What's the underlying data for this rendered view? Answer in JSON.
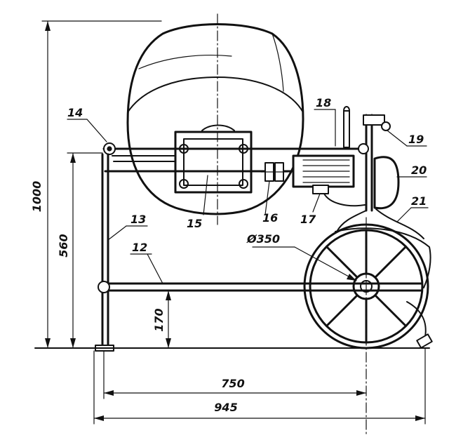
{
  "dimensions": {
    "overall_height": "1000",
    "frame_height": "560",
    "axle_height": "170",
    "wheel_diameter": "Ø350",
    "wheelbase": "750",
    "overall_length": "945"
  },
  "callouts": {
    "c12": "12",
    "c13": "13",
    "c14": "14",
    "c15": "15",
    "c16": "16",
    "c17": "17",
    "c18": "18",
    "c19": "19",
    "c20": "20",
    "c21": "21"
  }
}
